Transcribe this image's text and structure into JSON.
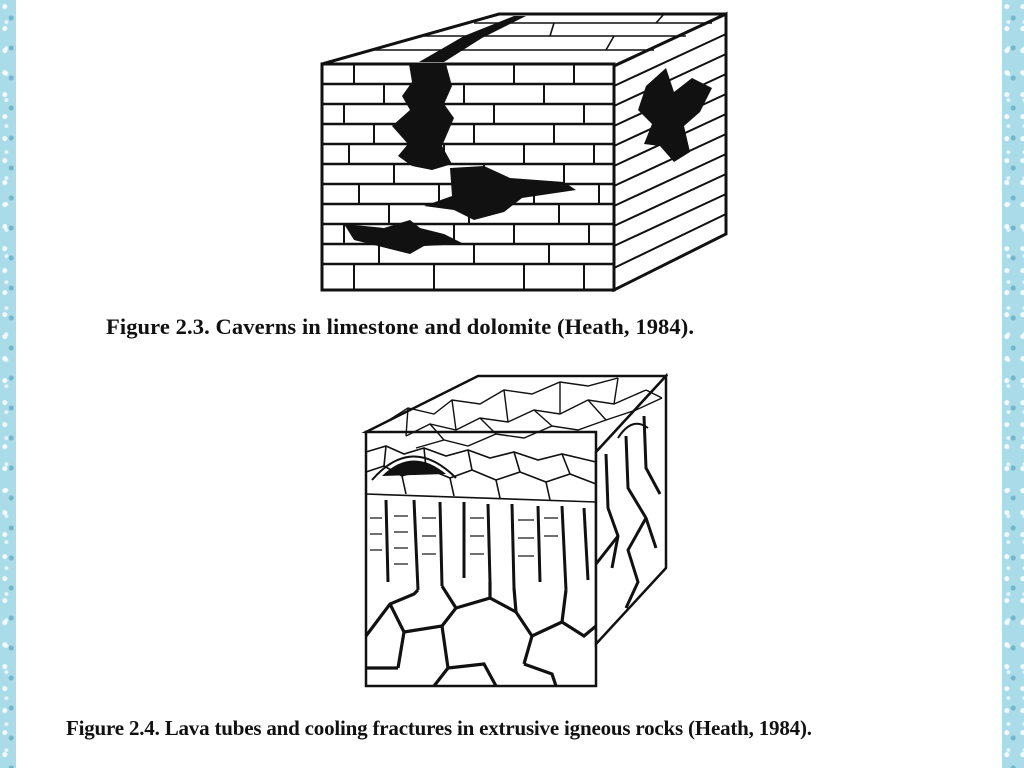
{
  "figures": [
    {
      "caption": "Figure 2.3.  Caverns in limestone and dolomite (Heath, 1984).",
      "illustration": "limestone-block"
    },
    {
      "caption": "Figure 2.4.  Lava tubes and cooling fractures in extrusive igneous rocks (Heath, 1984).",
      "illustration": "lava-block"
    }
  ],
  "colors": {
    "ink": "#111111",
    "page": "#ffffff",
    "frame": "#a9dbe8"
  }
}
